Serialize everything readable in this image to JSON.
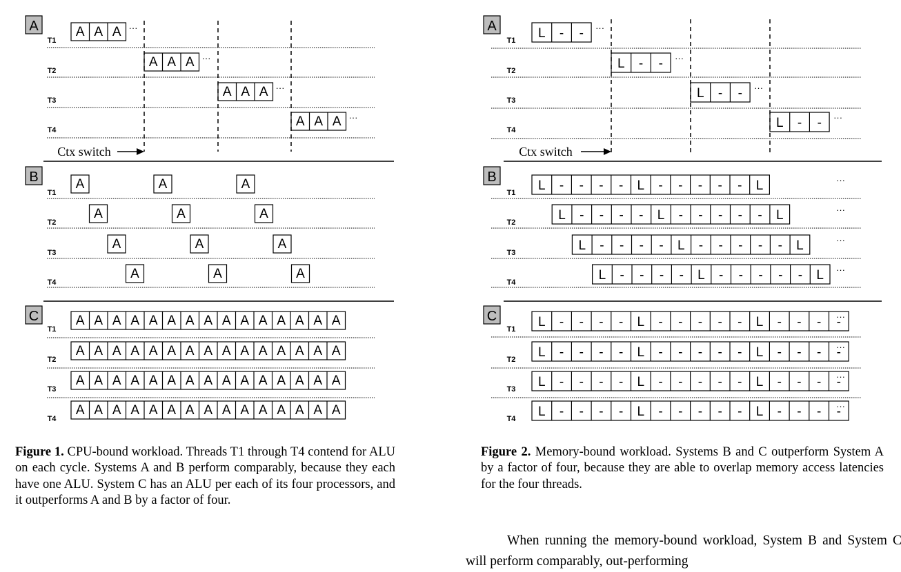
{
  "figure1": {
    "panel_a": {
      "label": "A",
      "threads": [
        "T1",
        "T2",
        "T3",
        "T4"
      ],
      "cell": "A",
      "cells_per_burst": 3,
      "continuation": "···",
      "switch_label": "Ctx switch"
    },
    "panel_b": {
      "label": "B",
      "threads": [
        "T1",
        "T2",
        "T3",
        "T4"
      ],
      "cell": "A",
      "issues_per_thread": 3
    },
    "panel_c": {
      "label": "C",
      "threads": [
        "T1",
        "T2",
        "T3",
        "T4"
      ],
      "cell": "A",
      "cells_per_row": 15
    }
  },
  "figure2": {
    "panel_a": {
      "label": "A",
      "threads": [
        "T1",
        "T2",
        "T3",
        "T4"
      ],
      "burst": [
        "L",
        "-",
        "-"
      ],
      "continuation": "···",
      "switch_label": "Ctx switch"
    },
    "panel_b": {
      "label": "B",
      "threads": [
        "T1",
        "T2",
        "T3",
        "T4"
      ],
      "row": [
        "L",
        "-",
        "-",
        "-",
        "-",
        "L",
        "-",
        "-",
        "-",
        "-",
        "-",
        "L"
      ],
      "continuation": "···"
    },
    "panel_c": {
      "label": "C",
      "threads": [
        "T1",
        "T2",
        "T3",
        "T4"
      ],
      "row": [
        "L",
        "-",
        "-",
        "-",
        "-",
        "L",
        "-",
        "-",
        "-",
        "-",
        "-",
        "L",
        "-",
        "-",
        "-",
        "-"
      ],
      "continuation": "···"
    }
  },
  "caption1": {
    "label": "Figure 1.",
    "text": " CPU-bound workload. Threads T1 through T4 contend for ALU on each cycle. Systems A and B perform comparably, because they each have one ALU. System C has an ALU per each of its four processors, and it outperforms A and B by a factor of four."
  },
  "caption2": {
    "label": "Figure 2.",
    "text": " Memory-bound workload. Systems B and C outperform System A by a factor of four, because they are able to overlap memory access latencies for the four threads."
  },
  "body_text": "When running the memory-bound workload, System B and System C will perform comparably, out-performing"
}
